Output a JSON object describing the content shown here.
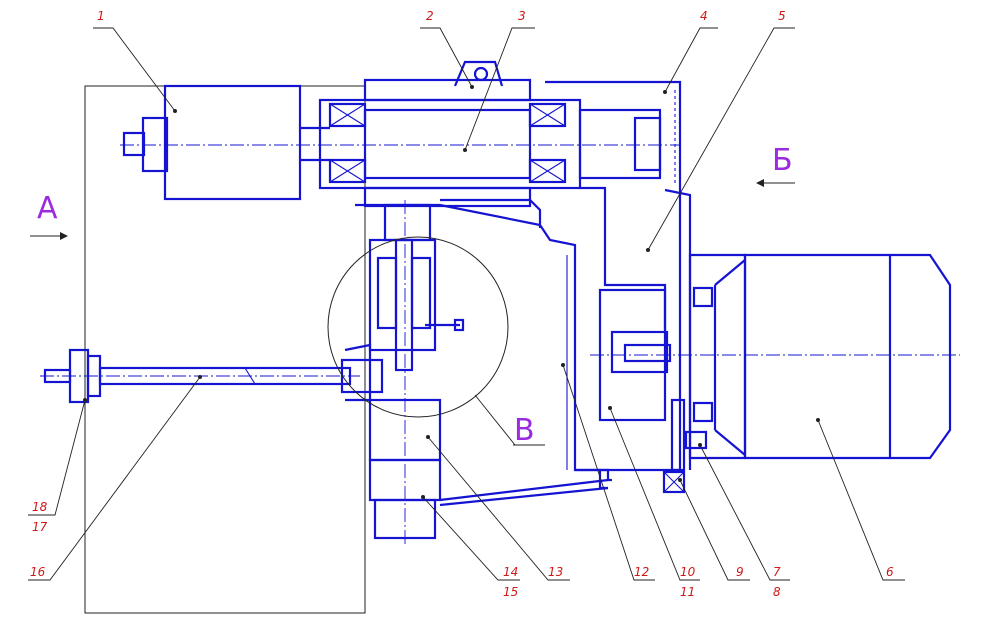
{
  "view_labels": {
    "a": "А",
    "b": "Б",
    "v": "В"
  },
  "callouts": {
    "p1": "1",
    "p2": "2",
    "p3": "3",
    "p4": "4",
    "p5": "5",
    "p6": "6",
    "p7": "7",
    "p8": "8",
    "p9": "9",
    "p10": "10",
    "p11": "11",
    "p12": "12",
    "p13": "13",
    "p14": "14",
    "p15": "15",
    "p16": "16",
    "p17": "17",
    "p18": "18"
  },
  "colors": {
    "outline": "#1414d2",
    "callout_text": "#d01818",
    "view_letter": "#9a2be0",
    "leader": "#222222"
  }
}
